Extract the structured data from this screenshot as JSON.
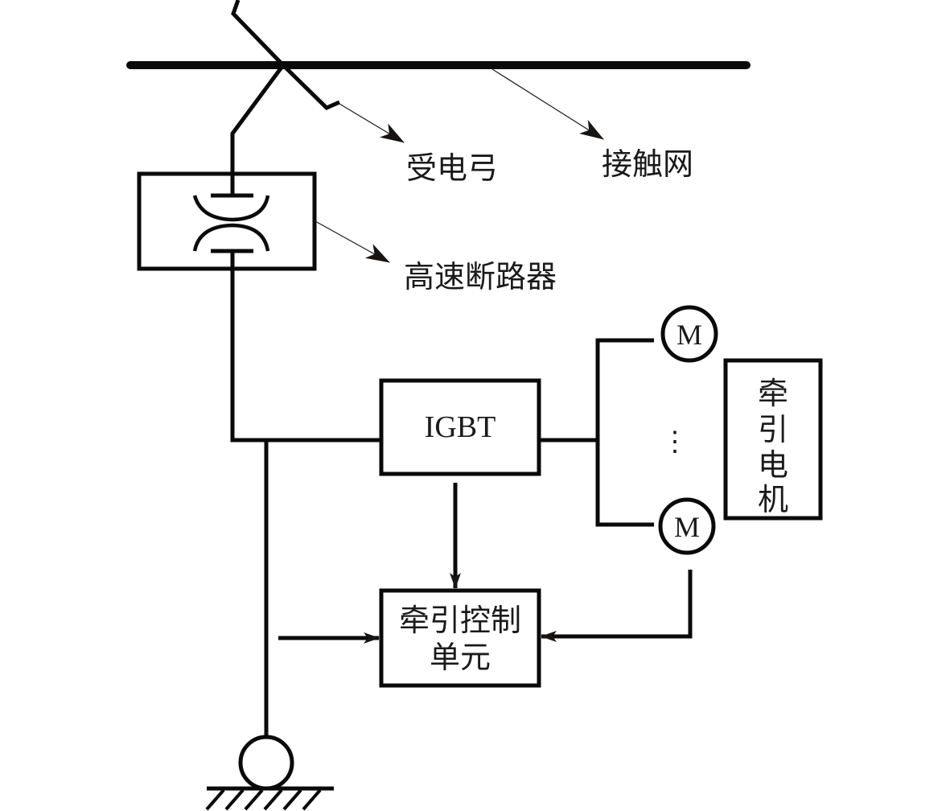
{
  "diagram": {
    "title": "Traction power supply schematic",
    "colors": {
      "line": "#0a0a0a",
      "text": "#1a1a1a",
      "background": "#ffffff"
    },
    "labels": {
      "pantograph": "受电弓",
      "catenary": "接触网",
      "hscb": "高速断路器",
      "igbt": "IGBT",
      "traction_motor": [
        "牵",
        "引",
        "电",
        "机"
      ],
      "control_unit_line1": "牵引控制",
      "control_unit_line2": "单元",
      "motor_symbol": "M",
      "ellipsis": "⋮"
    },
    "nodes": [
      {
        "id": "catenary",
        "label": "接触网",
        "type": "overhead-line"
      },
      {
        "id": "pantograph",
        "label": "受电弓",
        "type": "pantograph-symbol"
      },
      {
        "id": "hscb",
        "label": "高速断路器",
        "type": "breaker-box"
      },
      {
        "id": "igbt",
        "label": "IGBT",
        "type": "box"
      },
      {
        "id": "motor-1",
        "label": "M",
        "type": "motor-circle"
      },
      {
        "id": "motor-n",
        "label": "M",
        "type": "motor-circle"
      },
      {
        "id": "traction-motor-group",
        "label": "牵引电机",
        "type": "box"
      },
      {
        "id": "traction-control-unit",
        "label": "牵引控制单元",
        "type": "box"
      },
      {
        "id": "ground-wheel",
        "label": "",
        "type": "wheel-ground-symbol"
      }
    ],
    "edges": [
      {
        "from": "pantograph",
        "to": "catenary",
        "type": "contact"
      },
      {
        "from": "pantograph",
        "to": "hscb",
        "type": "line"
      },
      {
        "from": "hscb",
        "to": "igbt",
        "type": "line"
      },
      {
        "from": "igbt",
        "to": "motor-1",
        "type": "line"
      },
      {
        "from": "igbt",
        "to": "motor-n",
        "type": "line"
      },
      {
        "from": "igbt",
        "to": "traction-control-unit",
        "type": "arrow"
      },
      {
        "from": "dc-bus",
        "to": "traction-control-unit",
        "type": "arrow"
      },
      {
        "from": "motor-n",
        "to": "traction-control-unit",
        "type": "arrow"
      },
      {
        "from": "dc-bus",
        "to": "ground-wheel",
        "type": "line"
      }
    ]
  }
}
